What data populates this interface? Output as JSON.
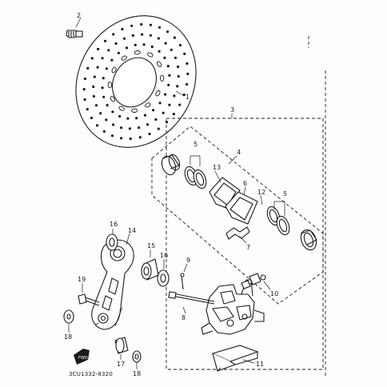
{
  "diagram": {
    "part_labels": {
      "p1": "1",
      "p2": "2",
      "p3": "3",
      "p4": "4",
      "p5a": "5",
      "p5b": "5",
      "p6": "6",
      "p7": "7",
      "p8": "8",
      "p9": "9",
      "p10": "10",
      "p11": "11",
      "p12": "12",
      "p13": "13",
      "p14": "14",
      "p15": "15",
      "p16a": "16",
      "p16b": "16",
      "p17": "17",
      "p18a": "18",
      "p18b": "18",
      "p19": "19"
    },
    "fwd_badge": "FWD",
    "drawing_code": "3CU1332-8320"
  }
}
